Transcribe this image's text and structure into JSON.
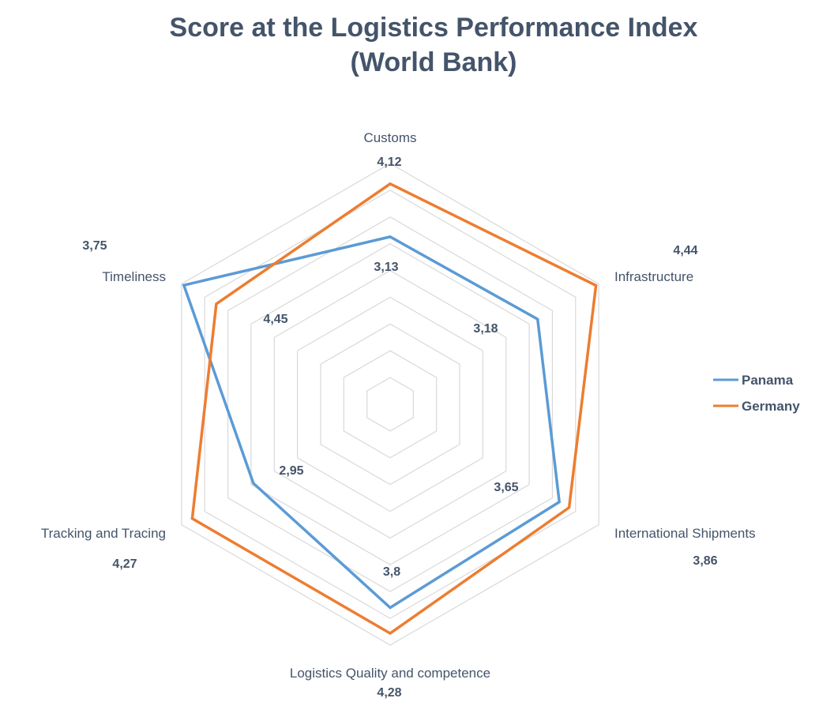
{
  "chart_data": {
    "type": "radar",
    "title": [
      "Score at the Logistics Performance Index",
      "(World Bank)"
    ],
    "categories": [
      "Customs",
      "Infrastructure",
      "International Shipments",
      "Logistics Quality and competence",
      "Tracking and Tracing",
      "Timeliness"
    ],
    "series": [
      {
        "name": "Panama",
        "color": "#5b9bd5",
        "values": [
          3.13,
          3.18,
          3.65,
          3.8,
          2.95,
          4.45
        ],
        "labels": [
          "3,13",
          "3,18",
          "3,65",
          "3,8",
          "2,95",
          "4,45"
        ]
      },
      {
        "name": "Germany",
        "color": "#ed7d31",
        "values": [
          4.12,
          4.44,
          3.86,
          4.28,
          4.27,
          3.75
        ],
        "labels": [
          "4,12",
          "4,44",
          "3,86",
          "4,28",
          "4,27",
          "3,75"
        ]
      }
    ],
    "rmin": 0,
    "rmax": 4.5,
    "grid": true,
    "legend": "right"
  }
}
